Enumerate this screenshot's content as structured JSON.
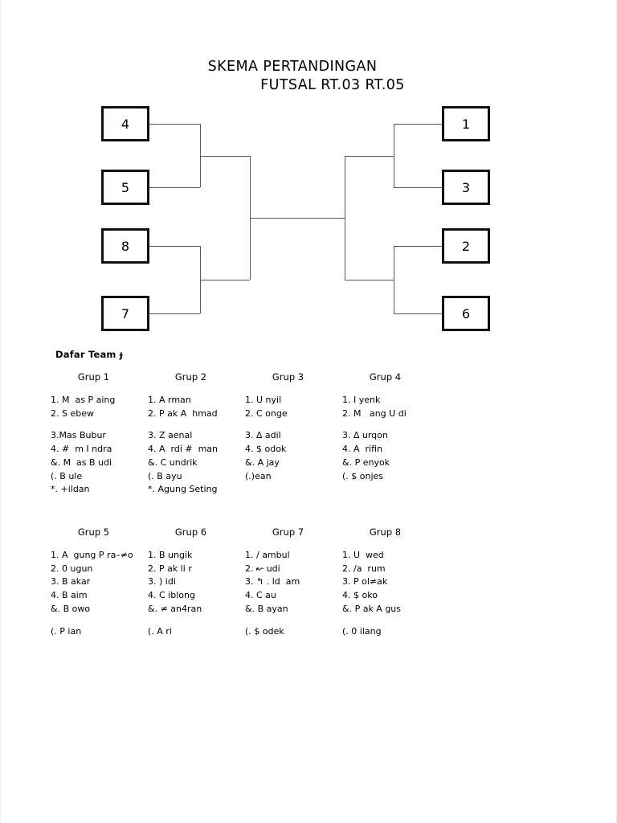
{
  "document": {
    "title_line_1": "SKEMA PERTANDINGAN",
    "title_line_2": "FUTSAL RT.03  RT.05"
  },
  "bracket": {
    "left_seeds": [
      "4",
      "5",
      "8",
      "7"
    ],
    "right_seeds": [
      "1",
      "3",
      "2",
      "6"
    ]
  },
  "teams": {
    "header": "Dafar Team ɟ",
    "groups": [
      {
        "title": "Grup 1",
        "members": [
          "1. M  as P aing",
          "2. S ebew",
          "3.Mas Bubur",
          "4. #  m I ndra",
          "&. M  as B udi",
          "(. B ule",
          "*. +ildan"
        ],
        "gap_before_index": 2
      },
      {
        "title": "Grup 2",
        "members": [
          "1. A rman",
          "2. P ak A  hmad",
          "3. Z aenal",
          "4. A  rdi #  man",
          "&. C undrik",
          "(. B ayu",
          "*. Agung Seting"
        ],
        "gap_before_index": 2
      },
      {
        "title": "Grup 3",
        "members": [
          "1. U nyil",
          "2. C onge",
          "3. ∆ adil",
          "4. $ odok",
          "&. A jay",
          "(.)ean"
        ],
        "gap_before_index": 2
      },
      {
        "title": "Grup 4",
        "members": [
          "1. I yenk",
          "2. M   ang U di",
          "3. ∆ urqon",
          "4. A  rifin",
          "&. P enyok",
          "(. $ onjes"
        ],
        "gap_before_index": 2
      },
      {
        "title": "Grup 5",
        "members": [
          "1. A  gung P ra–≠o",
          "2. 0 ugun",
          "3. B akar",
          "4. B aim",
          "&. B owo",
          "(. P ian"
        ],
        "gap_before_index": 5
      },
      {
        "title": "Grup 6",
        "members": [
          "1. B ungik",
          "2. P ak li r",
          "3. ) idi",
          "4. C iblong",
          "&. ≠ an4ran",
          "(. A ri"
        ],
        "gap_before_index": 5
      },
      {
        "title": "Grup 7",
        "members": [
          "1. / ambul",
          "2. ↜ udi",
          "3. ↰ . ld  am",
          "4. C au",
          "&. B ayan",
          "(. $ odek"
        ],
        "gap_before_index": 5
      },
      {
        "title": "Grup 8",
        "members": [
          "1. U  wed",
          "2. /a  rum",
          "3. P ol≠ak",
          "4. $ oko",
          "&. P ak A gus",
          "(. 0 ilang"
        ],
        "gap_before_index": 5
      }
    ]
  }
}
